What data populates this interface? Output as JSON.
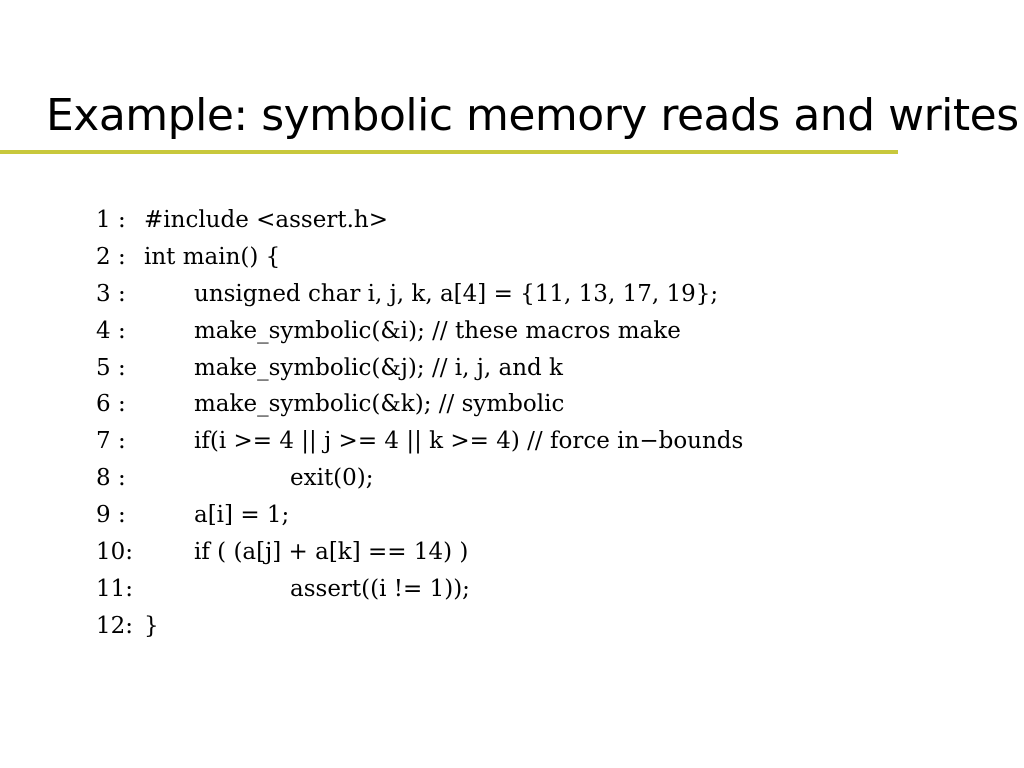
{
  "slide": {
    "title": "Example: symbolic memory reads and writes",
    "accent_color": "#c8c83c"
  },
  "code": {
    "lines": [
      {
        "no": "1 :",
        "text": "#include <assert.h>"
      },
      {
        "no": "2 :",
        "text": "int main() {"
      },
      {
        "no": "3 :",
        "text": "unsigned char i, j, k, a[4] = {11, 13, 17, 19};"
      },
      {
        "no": "4 :",
        "text": "make_symbolic(&i); // these macros make"
      },
      {
        "no": "5 :",
        "text": "make_symbolic(&j); // i, j, and k"
      },
      {
        "no": "6 :",
        "text": "make_symbolic(&k); // symbolic"
      },
      {
        "no": "7 :",
        "text": "if(i >= 4 || j >= 4 || k >= 4) // force in−bounds"
      },
      {
        "no": "8 :",
        "text": "exit(0);"
      },
      {
        "no": "9 :",
        "text": "a[i] = 1;"
      },
      {
        "no": "10:",
        "text": "if ( (a[j] + a[k] == 14) )"
      },
      {
        "no": "11:",
        "text": "assert((i != 1));"
      },
      {
        "no": "12:",
        "text": "}"
      }
    ]
  }
}
